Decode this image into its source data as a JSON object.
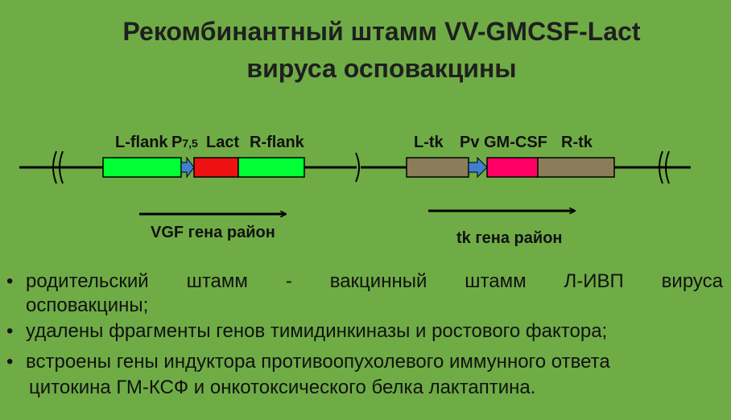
{
  "title": {
    "line1": "Рекомбинантный штамм VV-GMCSF-Lact",
    "line2": "вируса осповакцины"
  },
  "vgf_region": {
    "labels": {
      "l_flank": "L-flank",
      "p": "P",
      "p_sub": "7,5",
      "lact": "Lact",
      "r_flank": "R-flank"
    },
    "caption": "VGF гена район"
  },
  "tk_region": {
    "labels": {
      "l_tk": "L-tk",
      "pv": "Pv",
      "gmcsf": "GM-CSF",
      "r_tk": "R-tk"
    },
    "caption": "tk гена район"
  },
  "colors": {
    "background": "#6fac46",
    "flank": "#00ff33",
    "lact": "#ee1111",
    "tk": "#8b7d5a",
    "gmcsf": "#ff0066",
    "promoter": "#3f7fd0"
  },
  "bullets": {
    "b1_line1": "родительский штамм - вакцинный штамм Л-ИВП вируса",
    "b1_line2": "осповакцины;",
    "b2": "удалены фрагменты генов тимидинкиназы и ростового фактора;",
    "b3_line1": "встроены гены индуктора противоопухолевого иммунного ответа",
    "b3_line2": "цитокина ГМ-КСФ и онкотоксического белка лактаптина.",
    "marker": "•"
  }
}
